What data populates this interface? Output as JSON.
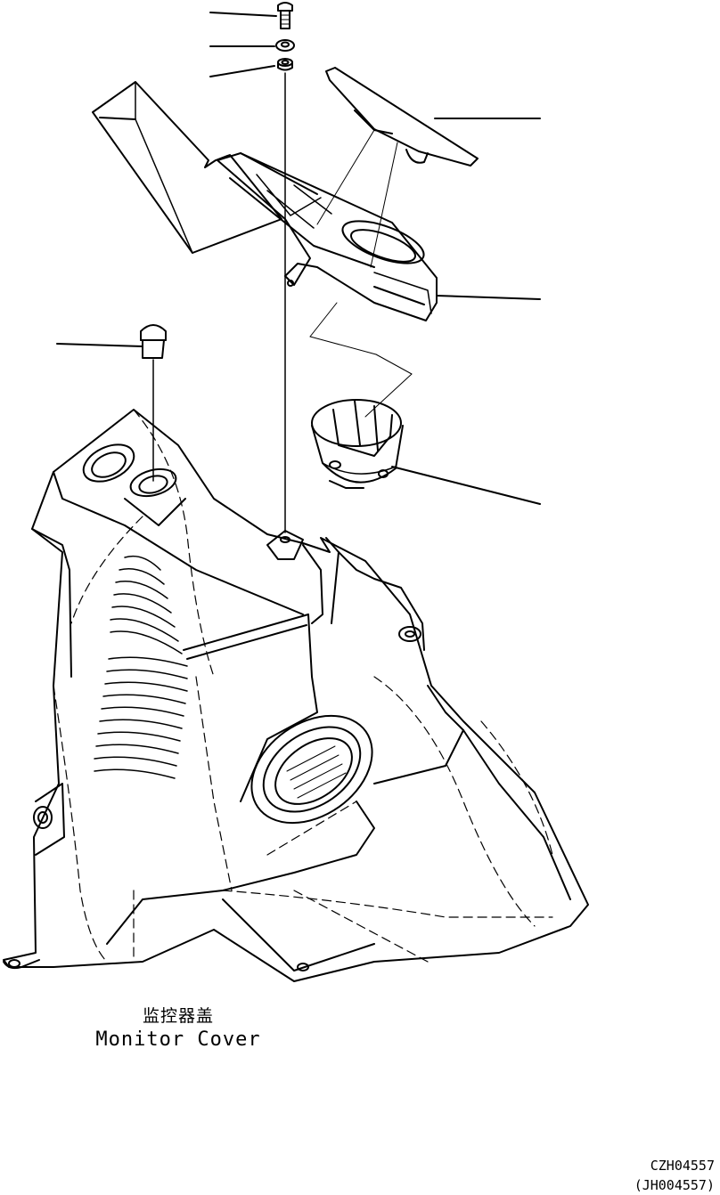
{
  "caption": {
    "chinese": "监控器盖",
    "english": "Monitor Cover"
  },
  "drawing_codes": {
    "primary": "CZH04557",
    "secondary": "(JH004557)"
  },
  "line_color": "#000000",
  "background_color": "#ffffff"
}
